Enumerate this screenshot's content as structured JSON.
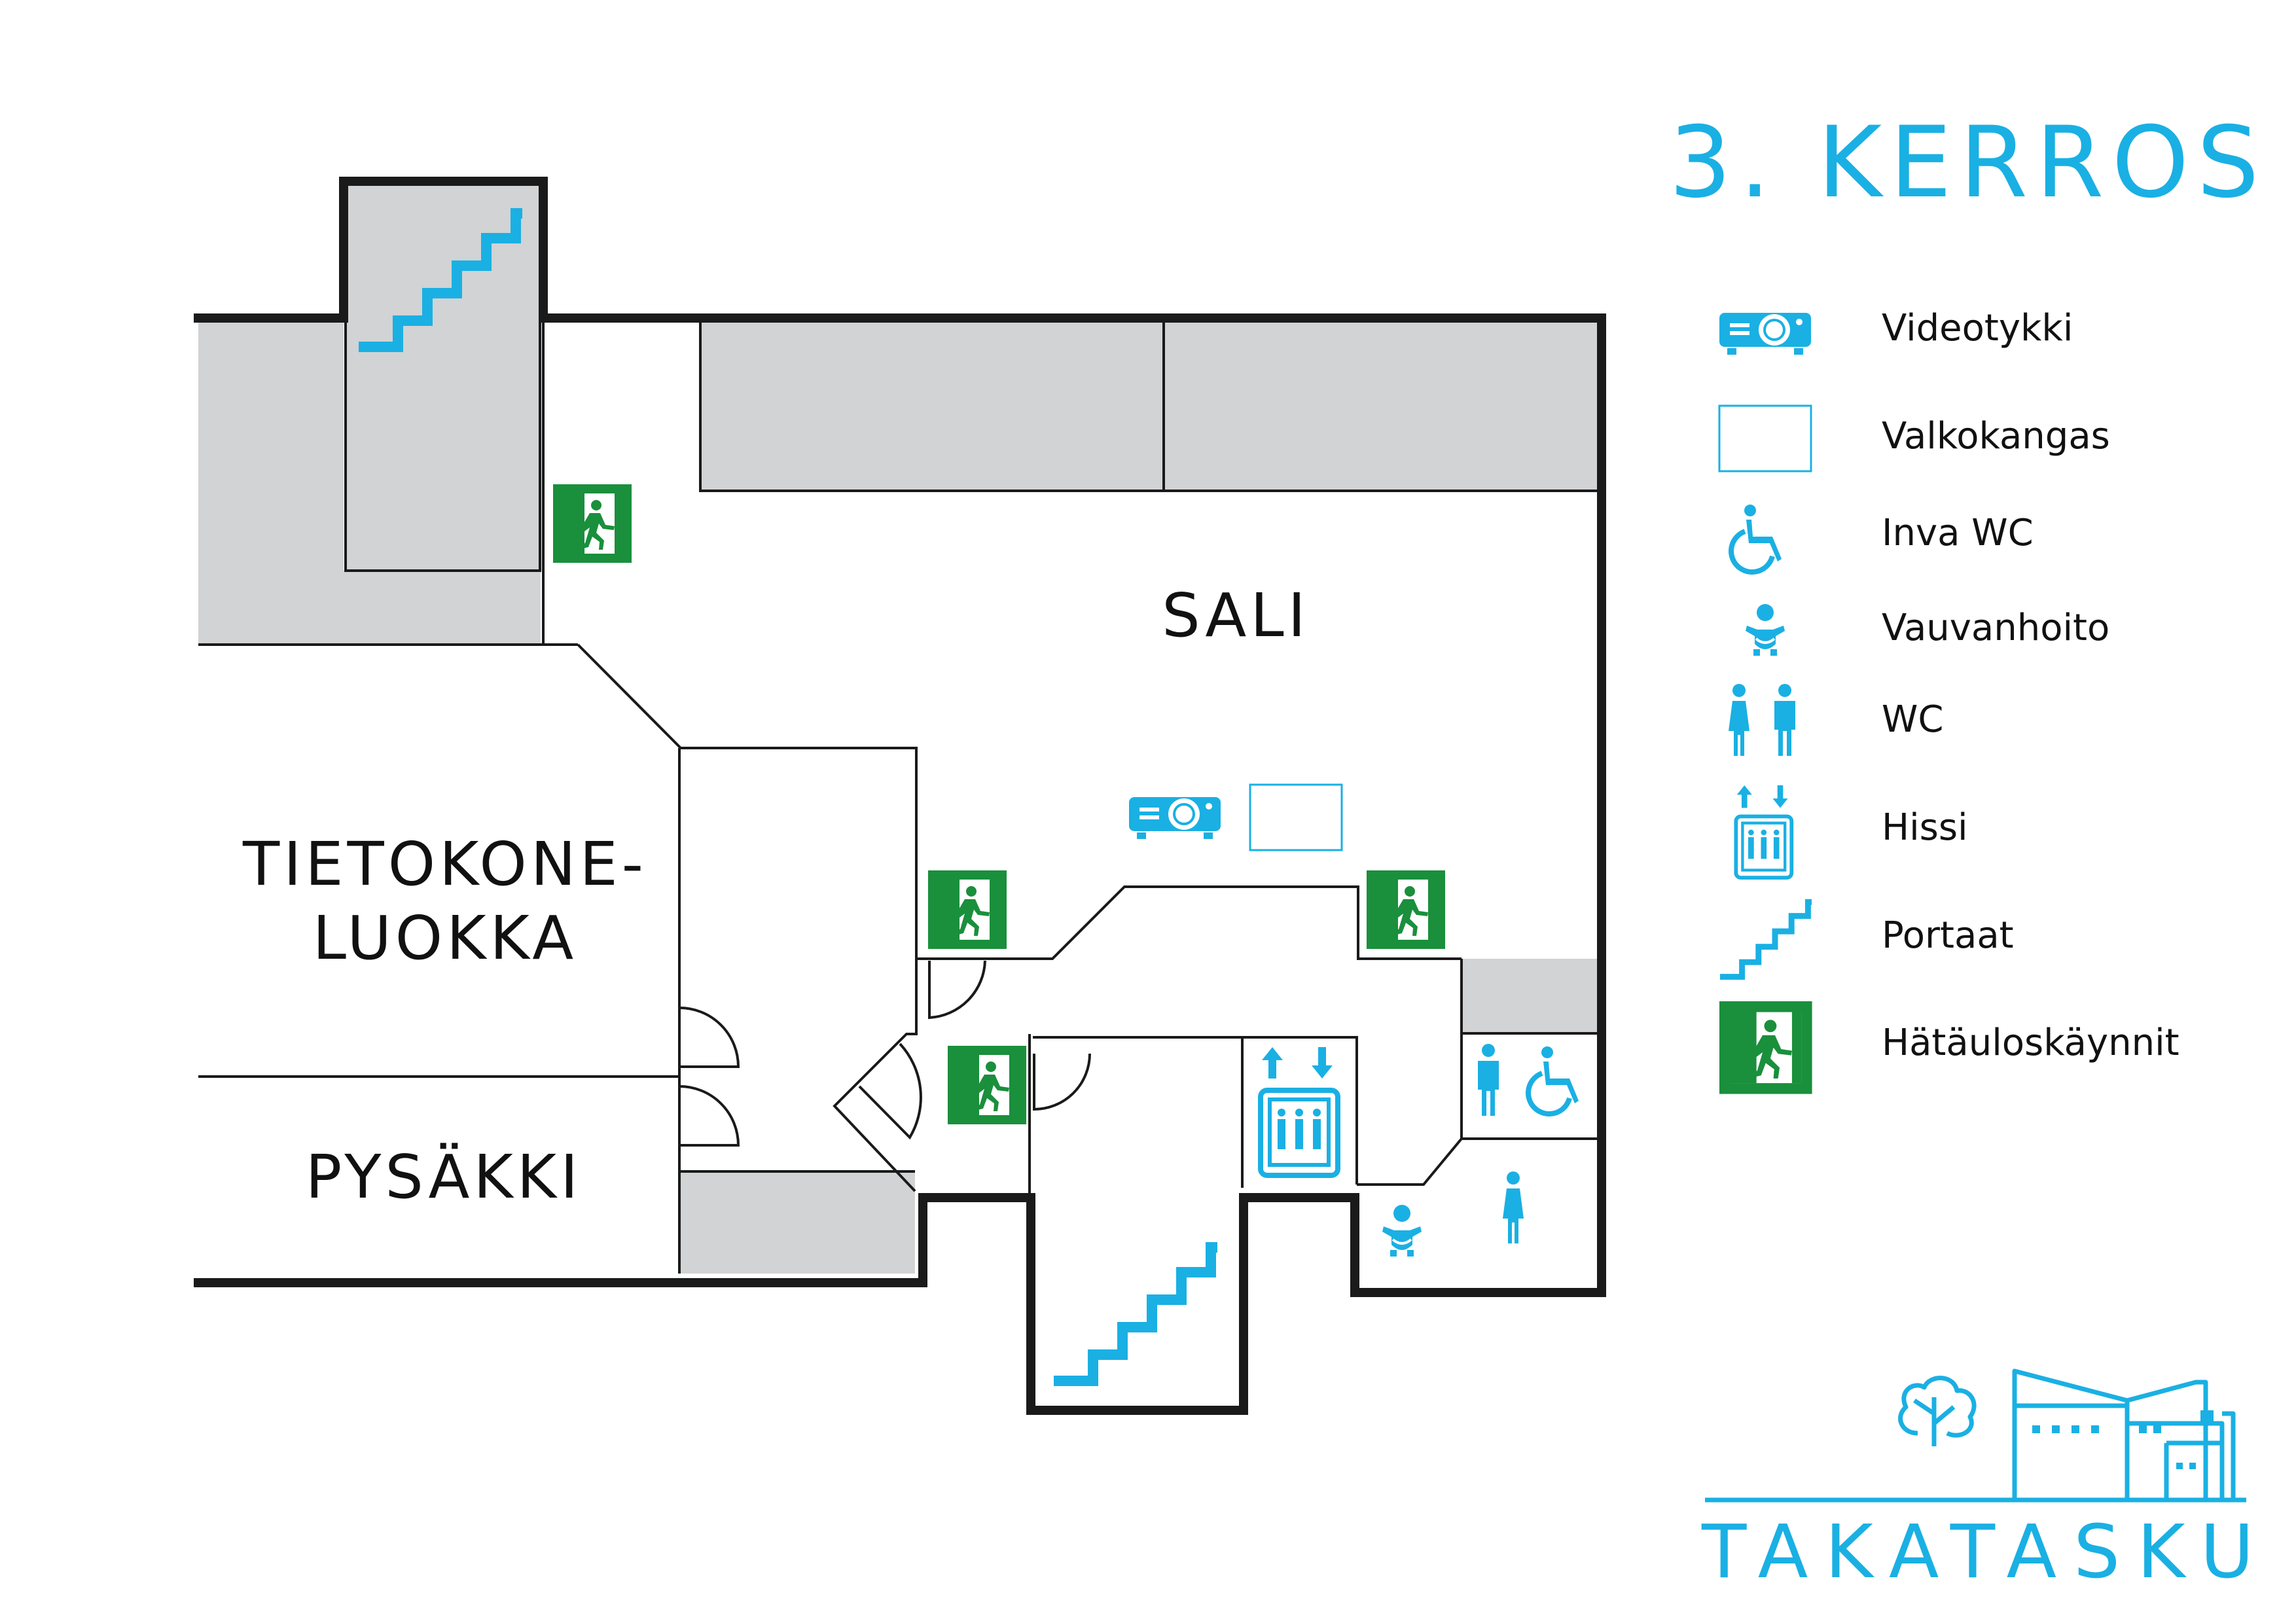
{
  "title": "3. KERROS",
  "rooms": {
    "sali": "SALI",
    "tietokoneluokka_line1": "TIETOKONE-",
    "tietokoneluokka_line2": "LUOKKA",
    "pysakki": "PYSÄKKI"
  },
  "legend": [
    {
      "icon": "projector-icon",
      "label": "Videotykki"
    },
    {
      "icon": "screen-icon",
      "label": "Valkokangas"
    },
    {
      "icon": "accessible-wc-icon",
      "label": "Inva WC"
    },
    {
      "icon": "baby-care-icon",
      "label": "Vauvanhoito"
    },
    {
      "icon": "wc-icon",
      "label": "WC"
    },
    {
      "icon": "elevator-icon",
      "label": "Hissi"
    },
    {
      "icon": "stairs-icon",
      "label": "Portaat"
    },
    {
      "icon": "emergency-exit-icon",
      "label": "Hätäuloskäynnit"
    }
  ],
  "logo": {
    "text": "TAKATASKU"
  },
  "colors": {
    "accent": "#1ab0e3",
    "exit_green": "#1a8f3c",
    "wall": "#1a1a1a",
    "fill_gray": "#d1d3d4"
  }
}
